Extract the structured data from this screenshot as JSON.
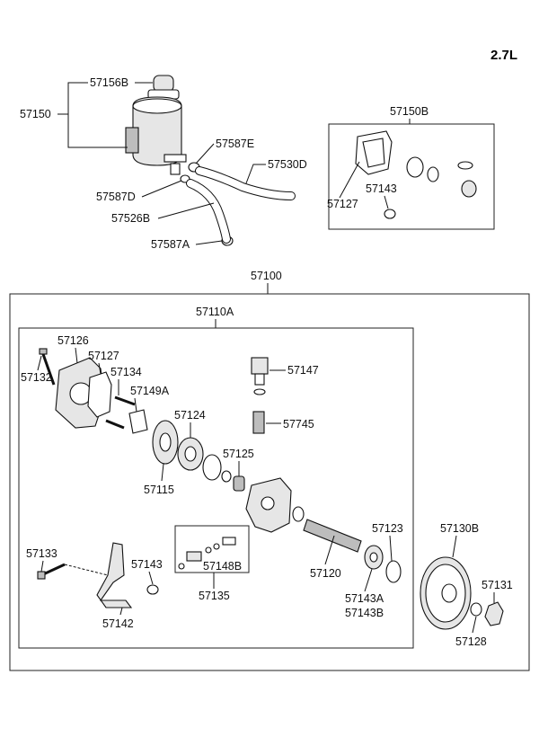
{
  "engine_label": "2.7L",
  "labels": {
    "p57156B": "57156B",
    "p57150": "57150",
    "p57587E": "57587E",
    "p57530D": "57530D",
    "p57587D": "57587D",
    "p57526B": "57526B",
    "p57587A": "57587A",
    "p57150B": "57150B",
    "p57127a": "57127",
    "p57143a": "57143",
    "p57100": "57100",
    "p57110A": "57110A",
    "p57126": "57126",
    "p57127b": "57127",
    "p57132": "57132",
    "p57134": "57134",
    "p57149A": "57149A",
    "p57147": "57147",
    "p57124": "57124",
    "p57745": "57745",
    "p57125": "57125",
    "p57115": "57115",
    "p57123": "57123",
    "p57130B": "57130B",
    "p57133": "57133",
    "p57143b": "57143",
    "p57148B": "57148B",
    "p57120": "57120",
    "p57135": "57135",
    "p57143A": "57143A",
    "p57143B": "57143B",
    "p57131": "57131",
    "p57142": "57142",
    "p57128": "57128"
  }
}
